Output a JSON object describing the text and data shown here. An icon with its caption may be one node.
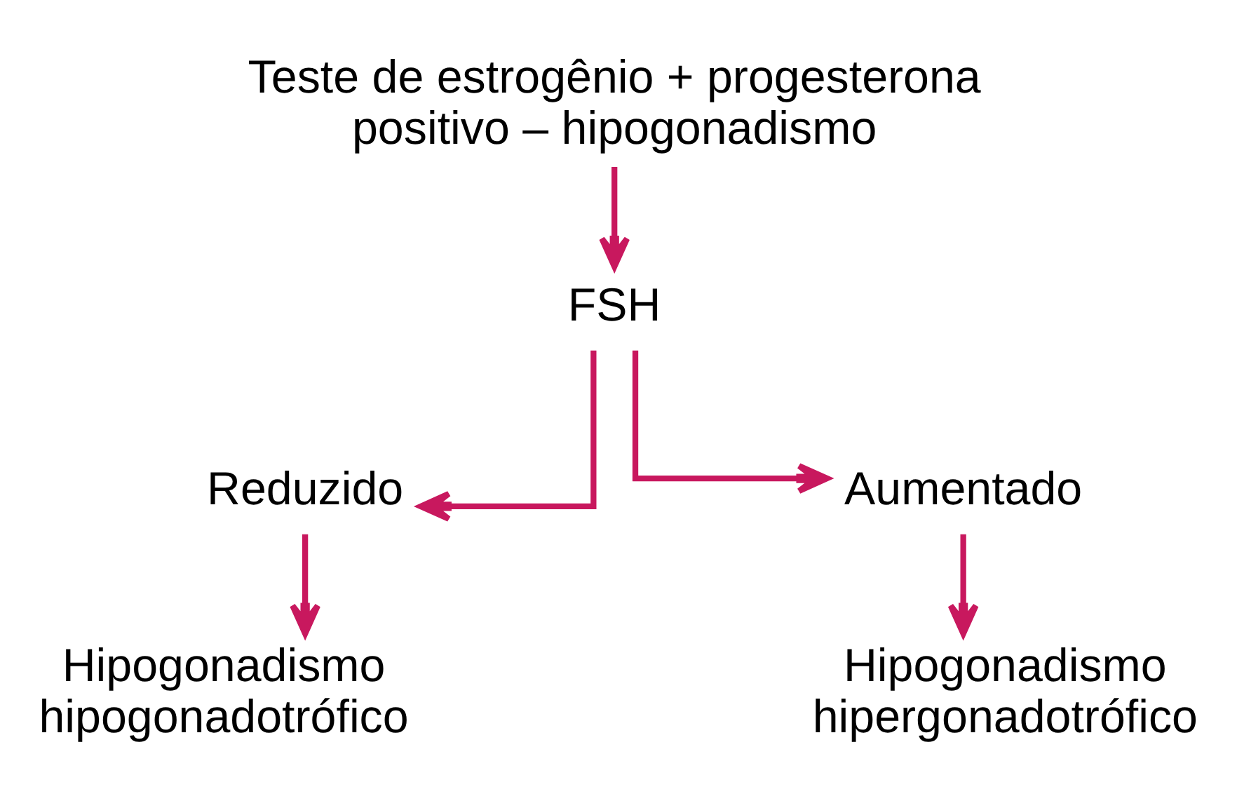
{
  "diagram": {
    "nodes": [
      {
        "text": [
          "Teste de estrogênio + progesterona positivo – hipogonadismo"
        ]
      },
      {
        "text": [
          "FSH"
        ]
      },
      {
        "text": [
          "Reduzido"
        ]
      },
      {
        "text": [
          "Aumentado"
        ]
      },
      {
        "text": [
          "Hipogonadismo hipogonadotrófico"
        ]
      },
      {
        "text": [
          "Hipogonadismo hipergonadotrófico"
        ]
      }
    ],
    "edges": [
      {
        "from": 0,
        "to": 1,
        "arrow": "to"
      },
      {
        "from": 1,
        "to": 2,
        "arrow": "to"
      },
      {
        "from": 1,
        "to": 3,
        "arrow": "to"
      },
      {
        "from": 2,
        "to": 4,
        "arrow": "to"
      },
      {
        "from": 3,
        "to": 5,
        "arrow": "to"
      }
    ]
  }
}
